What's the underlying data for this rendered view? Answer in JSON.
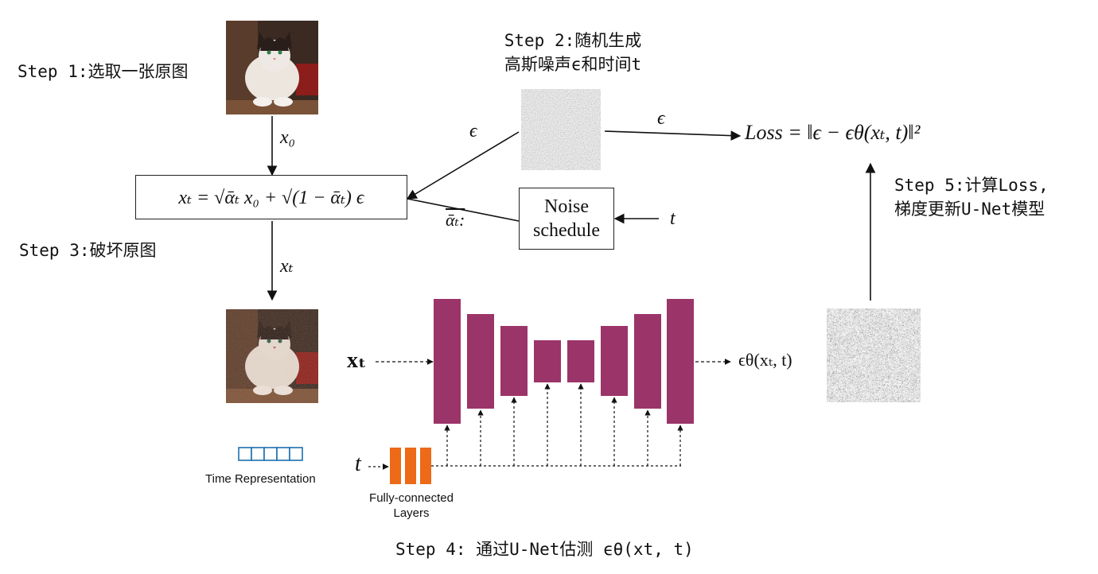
{
  "steps": {
    "step1": "Step 1:选取一张原图",
    "step2_line1": "Step 2:随机生成",
    "step2_line2": "高斯噪声ϵ和时间t",
    "step3": "Step 3:破坏原图",
    "step4": "Step 4: 通过U-Net估测 ϵθ(xt, t)",
    "step5_line1": "Step 5:计算Loss,",
    "step5_line2": "梯度更新U-Net模型"
  },
  "labels": {
    "x0": "x₀",
    "xt_arrow": "xₜ",
    "epsilon": "ϵ",
    "alpha_bar_t": "ᾱₜ:",
    "t": "t",
    "unet_input": "xₜ",
    "unet_output": "ϵθ(xₜ, t)",
    "t_fc": "t"
  },
  "formulas": {
    "forward": "xₜ = √ᾱₜ x₀ + √(1 − ᾱₜ) ϵ",
    "loss": "Loss = ‖ϵ − ϵθ(xₜ, t)‖²"
  },
  "noise_schedule": {
    "line1": "Noise",
    "line2": "schedule"
  },
  "legend": {
    "time_representation": "Time Representation",
    "fc_line1": "Fully-connected",
    "fc_line2": "Layers"
  },
  "colors": {
    "unet_block": "#9b3468",
    "fc_block": "#ec6a18",
    "time_cell": "#1d6fb0",
    "line": "#111111"
  }
}
